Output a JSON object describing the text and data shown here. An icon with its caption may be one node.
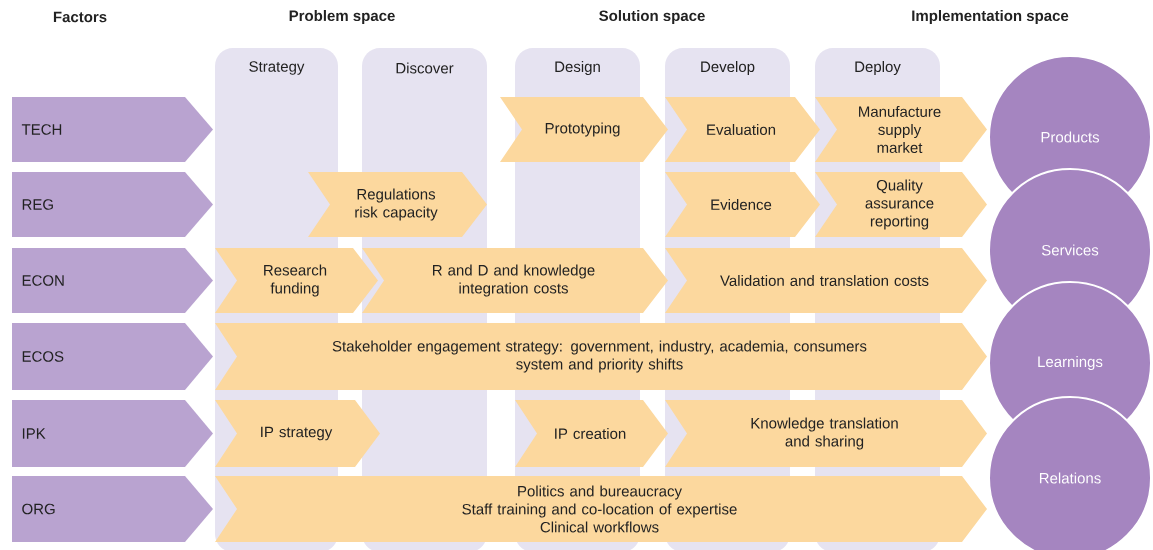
{
  "diagram": {
    "nodes": [
      {
        "text": [
          "Strategy"
        ]
      },
      {
        "text": [
          "Discover"
        ]
      },
      {
        "text": [
          "Design"
        ]
      },
      {
        "text": [
          "Develop"
        ]
      },
      {
        "text": [
          "Deploy"
        ]
      },
      {
        "text": [
          "TECH"
        ]
      },
      {
        "text": [
          "REG"
        ]
      },
      {
        "text": [
          "ECON"
        ]
      },
      {
        "text": [
          "ECOS"
        ]
      },
      {
        "text": [
          "IPK"
        ]
      },
      {
        "text": [
          "ORG"
        ]
      },
      {
        "text": [
          "Prototyping"
        ]
      },
      {
        "text": [
          "Evaluation"
        ]
      },
      {
        "text": [
          "Manufacture supply market"
        ]
      },
      {
        "text": [
          "Regulations risk capacity"
        ]
      },
      {
        "text": [
          "Evidence"
        ]
      },
      {
        "text": [
          "Quality assurance reporting"
        ]
      },
      {
        "text": [
          "Research funding"
        ]
      },
      {
        "text": [
          "R and D and knowledge integration costs"
        ]
      },
      {
        "text": [
          "Validation and translation costs"
        ]
      },
      {
        "text": [
          "Stakeholder engagement strategy: government, industry, academia, consumers",
          "system and priority shifts"
        ]
      },
      {
        "text": [
          "IP strategy"
        ]
      },
      {
        "text": [
          "IP creation"
        ]
      },
      {
        "text": [
          "Knowledge translation and sharing"
        ]
      },
      {
        "text": [
          "Politics and bureaucracy",
          "Staff training and co-location of expertise",
          "Clinical workflows"
        ]
      },
      {
        "text": [
          "Products"
        ]
      },
      {
        "text": [
          "Services"
        ]
      },
      {
        "text": [
          "Learnings"
        ]
      },
      {
        "text": [
          "Relations"
        ]
      }
    ],
    "labels": [
      "Factors",
      "Problem space",
      "Solution space",
      "Implementation space"
    ]
  }
}
